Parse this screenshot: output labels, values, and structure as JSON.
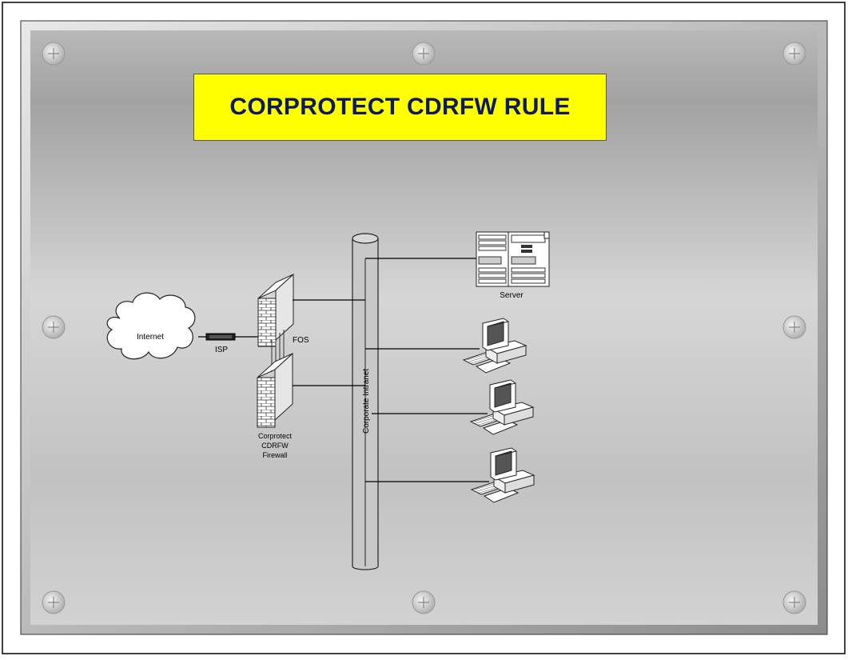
{
  "title": "CORPROTECT CDRFW RULE",
  "labels": {
    "internet": "Internet",
    "isp": "ISP",
    "fos": "FOS",
    "firewall": [
      "Corprotect",
      "CDRFW",
      "Firewall"
    ],
    "server": "Server",
    "intranet": "Corporate Intranet"
  },
  "colors": {
    "title_background": "#ffff00",
    "title_text": "#0a1a5c",
    "panel_gradient": [
      "#9a9a9a",
      "#d4d4d4",
      "#bdbdbd"
    ]
  },
  "icons": {
    "network_cloud": "cloud-icon",
    "isp_link": "modem-icon",
    "firewall": "brick-wall-icon",
    "backbone": "pipe-icon",
    "server": "server-rack-icon",
    "workstation": "desktop-computer-icon",
    "screw": "screw-icon"
  }
}
